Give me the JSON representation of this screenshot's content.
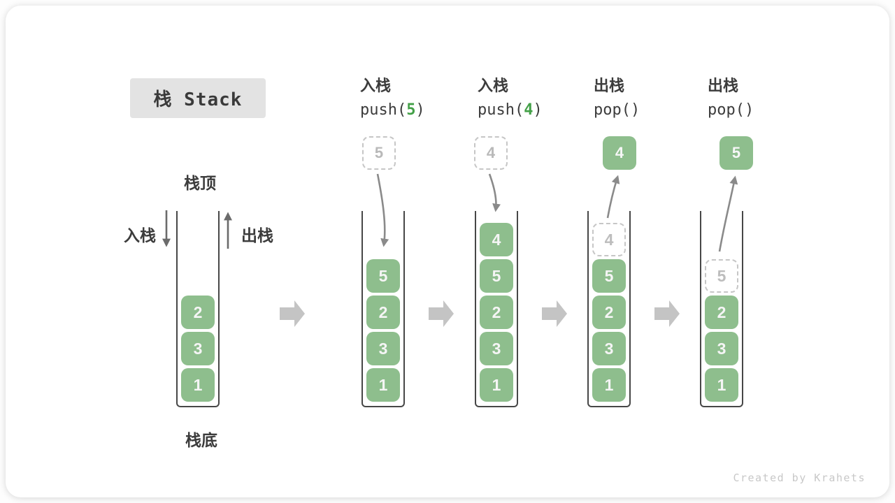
{
  "title": "栈 Stack",
  "side_labels": {
    "stack_top": "栈顶",
    "stack_bottom": "栈底",
    "push_in": "入栈",
    "pop_out": "出栈"
  },
  "watermark": "Created by Krahets",
  "colors": {
    "cell_green": "#8ebe8d",
    "accent_green": "#43a047",
    "wall_dark": "#474747",
    "arrow_curve_gray": "#8a8a8a",
    "block_arrow_gray": "#c4c4c4",
    "dashed_gray": "#c6c6c6",
    "title_bg": "#e3e3e3"
  },
  "columns": [
    {
      "name": "initial",
      "label": "",
      "code_pre": "",
      "code_arg": "",
      "code_post": "",
      "cells": [
        "2",
        "3",
        "1"
      ]
    },
    {
      "name": "push-5",
      "label": "入栈",
      "code_pre": "push(",
      "code_arg": "5",
      "code_post": ")",
      "floating": "5",
      "floating_style": "dashed",
      "cells": [
        "5",
        "2",
        "3",
        "1"
      ]
    },
    {
      "name": "push-4",
      "label": "入栈",
      "code_pre": "push(",
      "code_arg": "4",
      "code_post": ")",
      "floating": "4",
      "floating_style": "dashed",
      "cells": [
        "4",
        "5",
        "2",
        "3",
        "1"
      ]
    },
    {
      "name": "pop-4",
      "label": "出栈",
      "code_pre": "pop()",
      "code_arg": "",
      "code_post": "",
      "floating": "4",
      "floating_style": "solid",
      "ghost": "4",
      "cells": [
        "5",
        "2",
        "3",
        "1"
      ]
    },
    {
      "name": "pop-5",
      "label": "出栈",
      "code_pre": "pop()",
      "code_arg": "",
      "code_post": "",
      "floating": "5",
      "floating_style": "solid",
      "ghost": "5",
      "cells": [
        "2",
        "3",
        "1"
      ]
    }
  ]
}
